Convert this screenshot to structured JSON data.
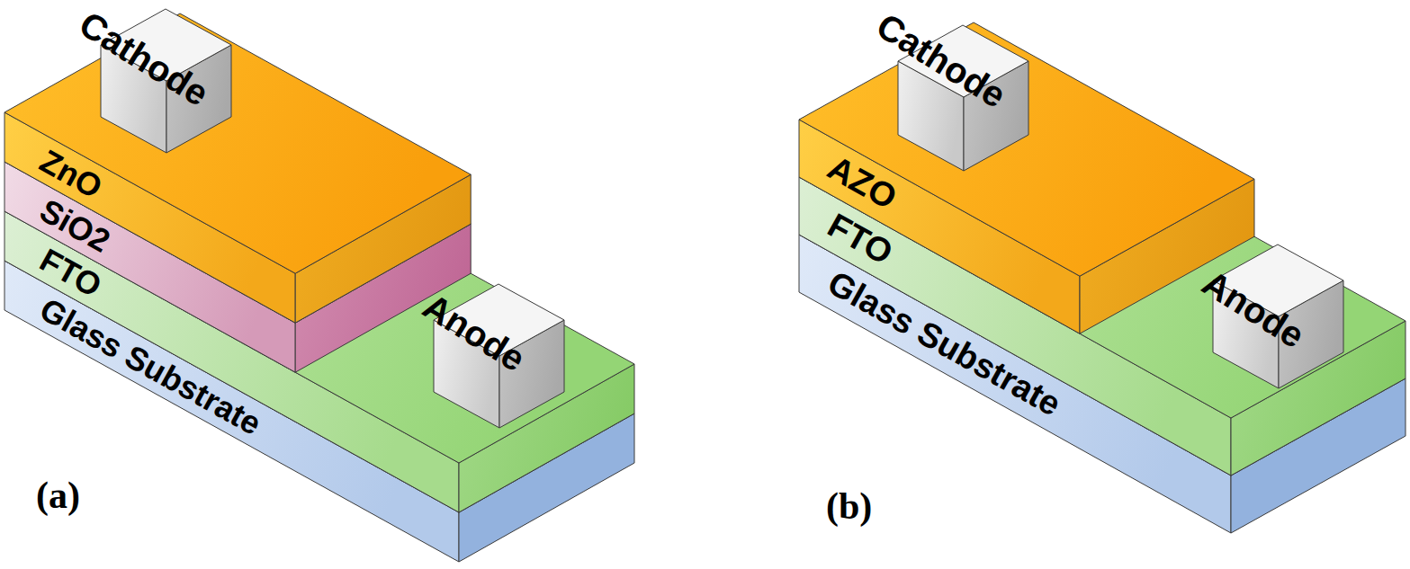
{
  "diagram": {
    "nodes": [
      {
        "text": [
          "Cathode"
        ]
      },
      {
        "text": [
          "ZnO"
        ]
      },
      {
        "text": [
          "SiO2"
        ]
      },
      {
        "text": [
          "FTO"
        ]
      },
      {
        "text": [
          "Glass Substrate"
        ]
      },
      {
        "text": [
          "Anode"
        ]
      },
      {
        "text": [
          "Cathode"
        ]
      },
      {
        "text": [
          "AZO"
        ]
      },
      {
        "text": [
          "FTO"
        ]
      },
      {
        "text": [
          "Glass Substrate"
        ]
      },
      {
        "text": [
          "Anode"
        ]
      }
    ],
    "labels": [
      "(a)",
      "(b)"
    ]
  }
}
